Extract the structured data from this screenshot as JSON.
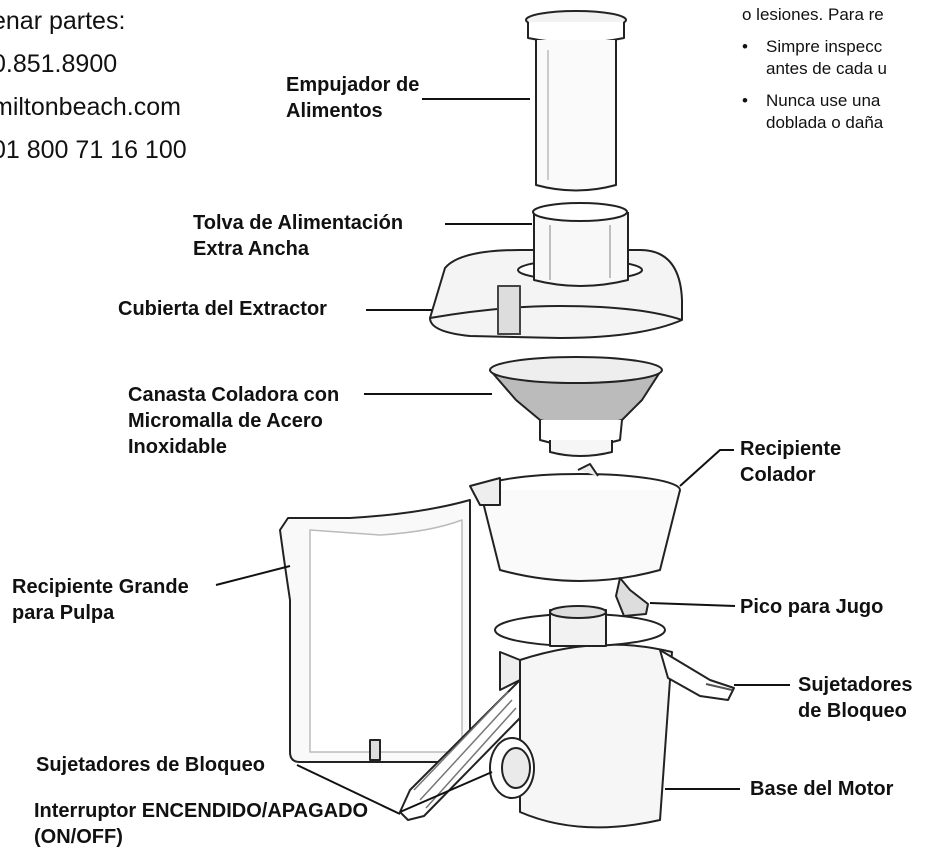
{
  "order_info": {
    "line1": "enar partes:",
    "line2": "0.851.8900",
    "line3": "miltonbeach.com",
    "line4": "01 800 71 16 100"
  },
  "safety_notes": {
    "line0": "o lesiones. Para re",
    "bullet1_line1": "Simpre inspecc",
    "bullet1_line2": "antes de cada u",
    "bullet2_line1": "Nunca use una",
    "bullet2_line2": "doblada o daña",
    "bullet_char": "•"
  },
  "labels": {
    "pusher": [
      "Empujador de",
      "Alimentos"
    ],
    "chute": [
      "Tolva de Alimentación",
      "Extra Ancha"
    ],
    "cover": [
      "Cubierta del Extractor"
    ],
    "basket": [
      "Canasta Coladora con",
      "Micromalla de Acero",
      "Inoxidable"
    ],
    "bowl": [
      "Recipiente",
      "Colador"
    ],
    "pulp": [
      "Recipiente Grande",
      "para Pulpa"
    ],
    "spout": [
      "Pico para Jugo"
    ],
    "clips_right": [
      "Sujetadores",
      "de Bloqueo"
    ],
    "clips_left": [
      "Sujetadores de Bloqueo"
    ],
    "switch": [
      "Interruptor ENCENDIDO/APAGADO",
      "(ON/OFF)"
    ],
    "base": [
      "Base del Motor"
    ]
  }
}
